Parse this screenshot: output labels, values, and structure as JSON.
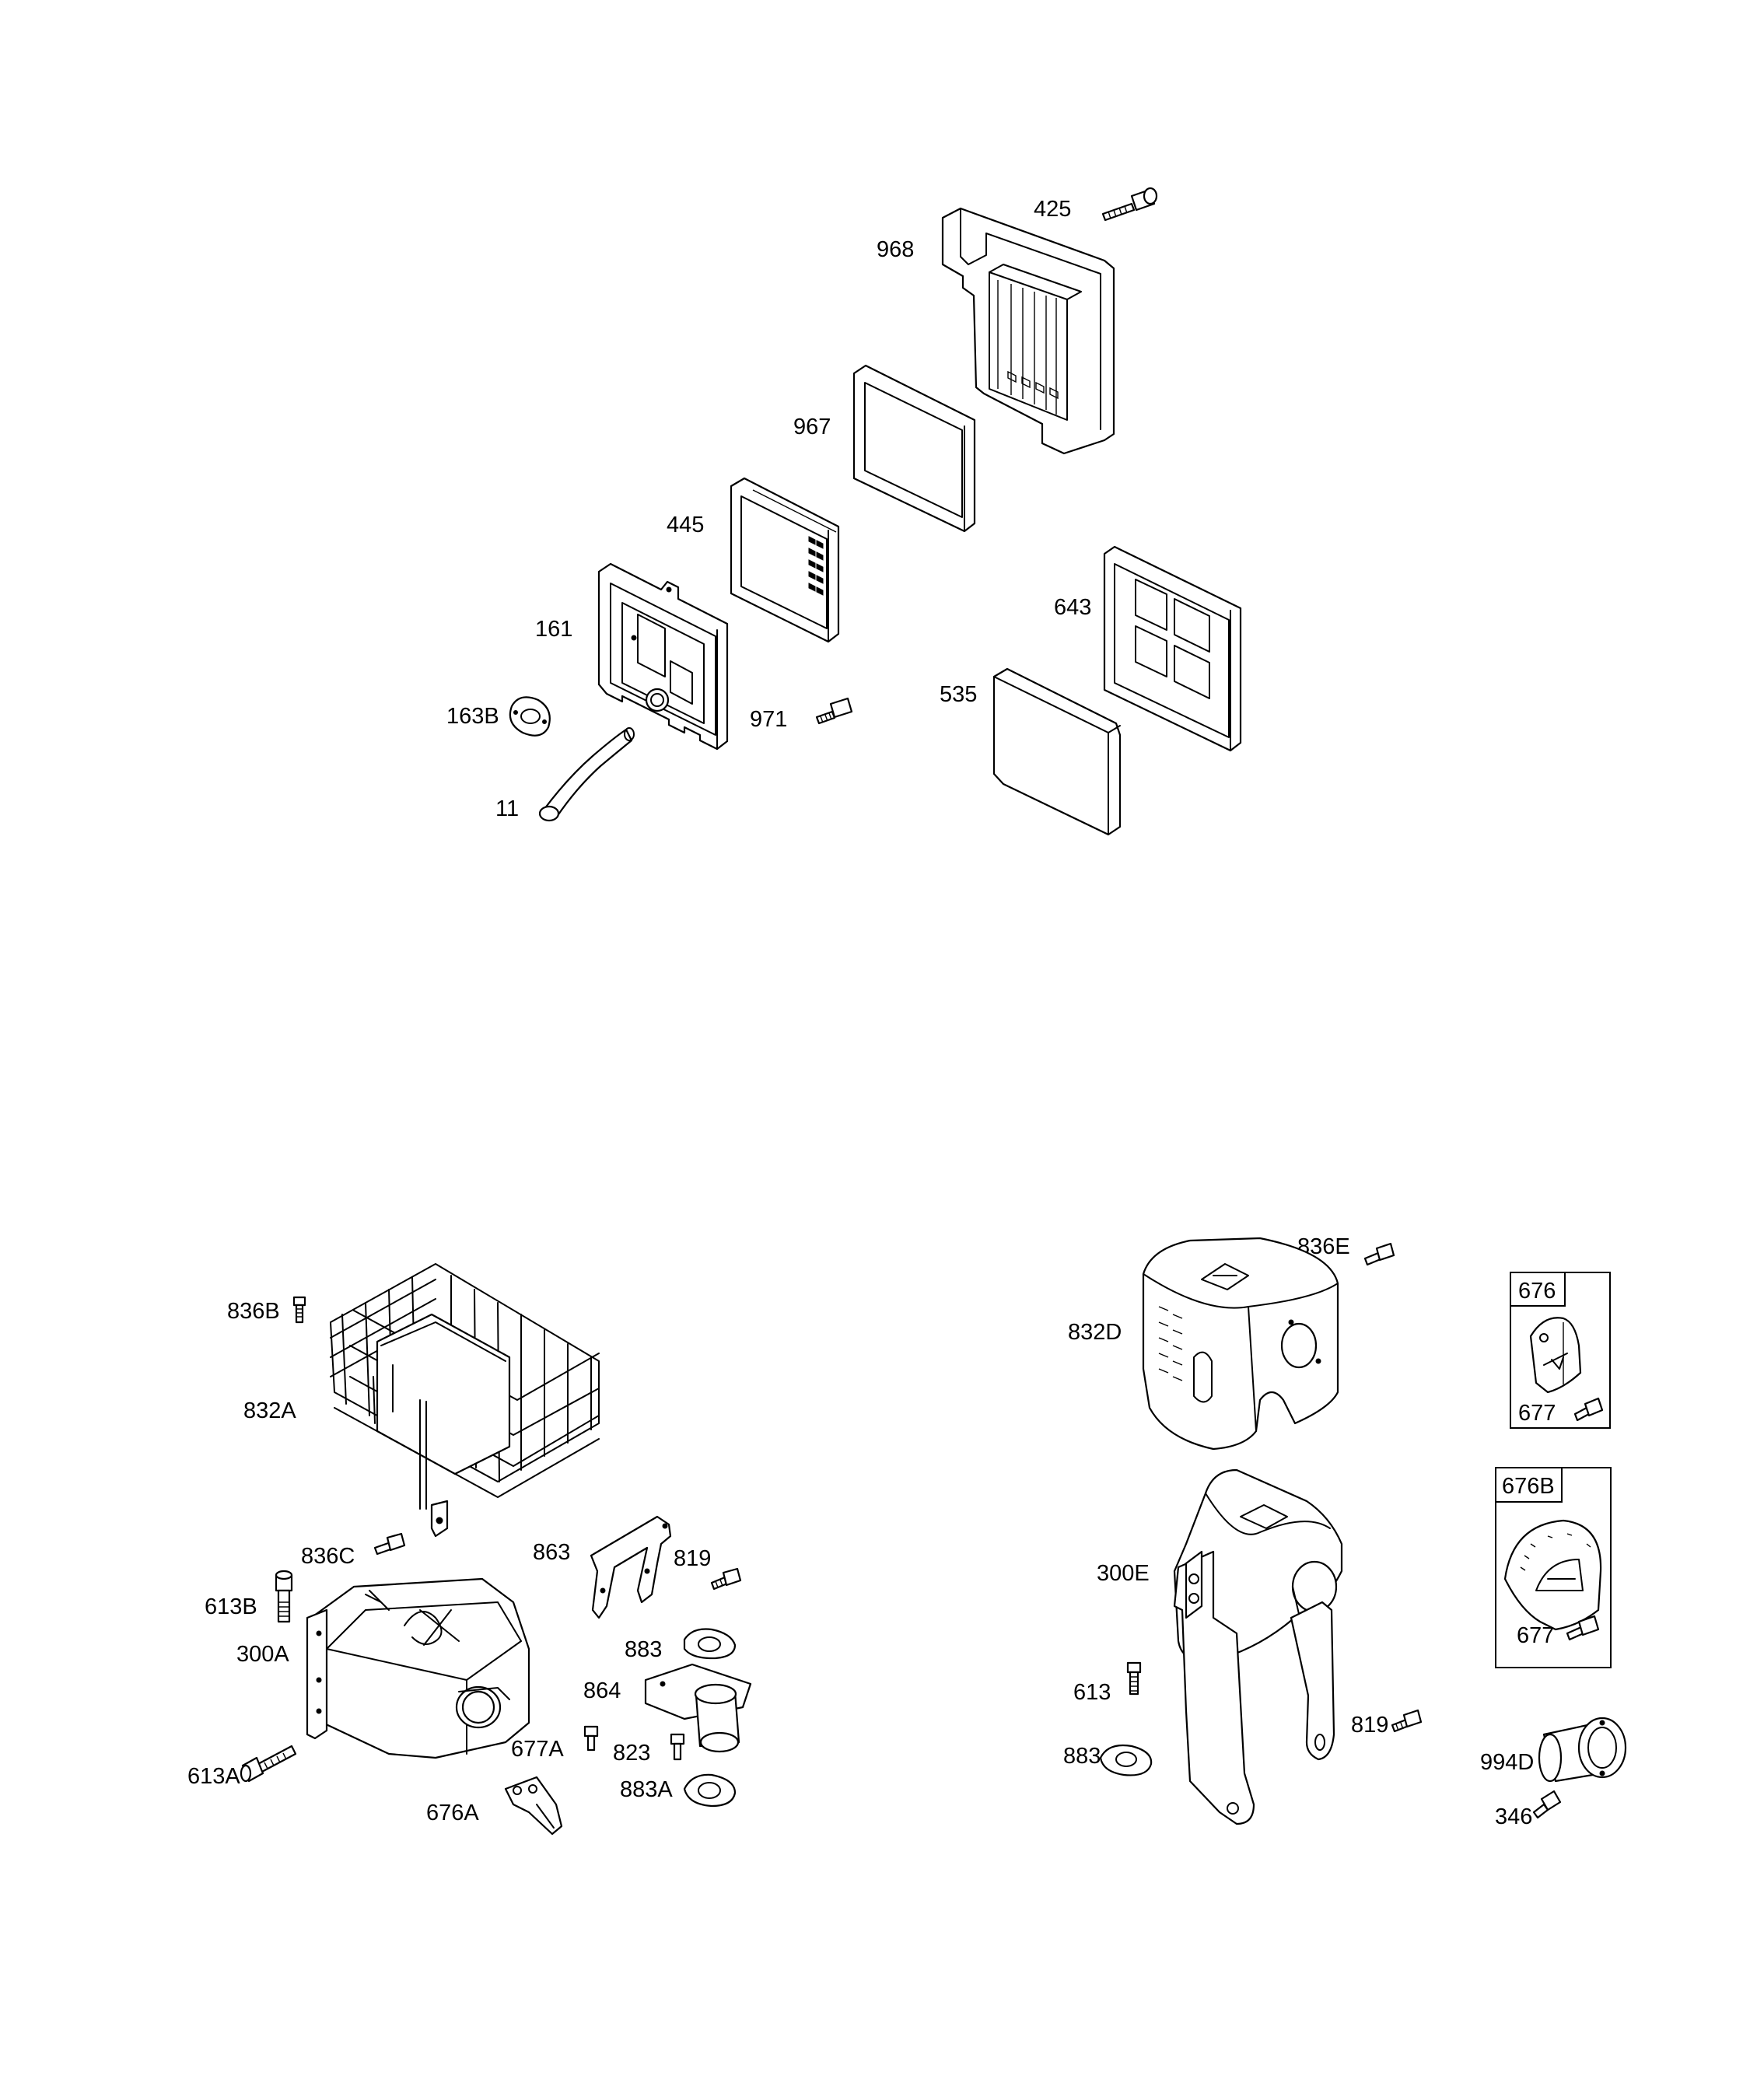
{
  "diagram": {
    "air_cleaner_labels": {
      "p425": "425",
      "p968": "968",
      "p967": "967",
      "p445": "445",
      "p161": "161",
      "p643": "643",
      "p163B": "163B",
      "p971": "971",
      "p535": "535",
      "p11": "11"
    },
    "muffler_a_labels": {
      "p836B": "836B",
      "p832A": "832A",
      "p836C": "836C",
      "p863": "863",
      "p819": "819",
      "p613B": "613B",
      "p300A": "300A",
      "p883": "883",
      "p864": "864",
      "p677A": "677A",
      "p823": "823",
      "p613A": "613A",
      "p883A": "883A",
      "p676A": "676A"
    },
    "muffler_e_labels": {
      "p836E": "836E",
      "p832D": "832D",
      "p300E": "300E",
      "p613": "613",
      "p819": "819",
      "p883": "883",
      "p994D": "994D",
      "p346": "346"
    },
    "kit_676": {
      "title": "676",
      "p677": "677"
    },
    "kit_676B": {
      "title": "676B",
      "p677": "677"
    }
  }
}
